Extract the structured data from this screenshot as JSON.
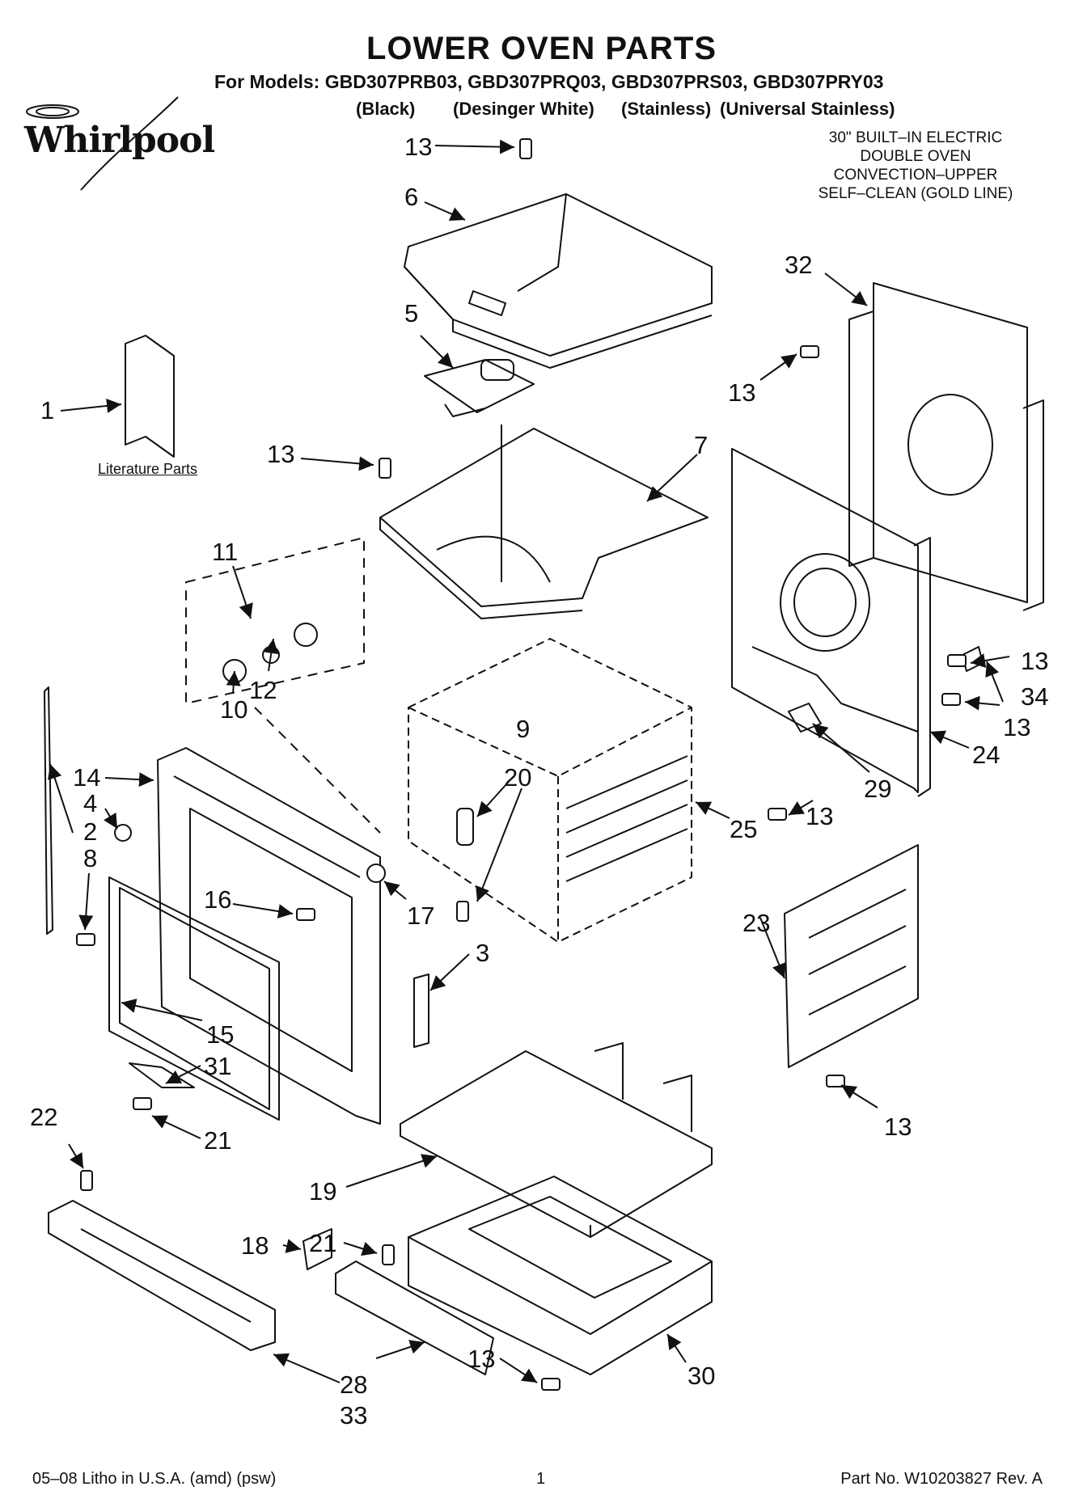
{
  "header": {
    "title": "LOWER OVEN PARTS",
    "models_line": "For Models: GBD307PRB03, GBD307PRQ03, GBD307PRS03, GBD307PRY03",
    "finishes": [
      "(Black)",
      "(Desinger White)",
      "(Stainless)",
      "(Universal Stainless)"
    ]
  },
  "logo": {
    "text": "Whirlpool",
    "icon": "whirlpool-logo"
  },
  "product_description": [
    "30\" BUILT–IN ELECTRIC",
    "DOUBLE OVEN",
    "CONVECTION–UPPER",
    "SELF–CLEAN (GOLD LINE)"
  ],
  "literature_label": "Literature Parts",
  "callouts": {
    "c13_top": "13",
    "c6": "6",
    "c32": "32",
    "c5": "5",
    "c13_r1": "13",
    "c1": "1",
    "c13_l": "13",
    "c7": "7",
    "c11": "11",
    "c13_r2": "13",
    "c34": "34",
    "c12": "12",
    "c10": "10",
    "c9": "9",
    "c13_r3": "13",
    "c24": "24",
    "c14": "14",
    "c4": "4",
    "c20": "20",
    "c29": "29",
    "c2": "2",
    "c13_r4": "13",
    "c25": "25",
    "c8": "8",
    "c16": "16",
    "c17": "17",
    "c23": "23",
    "c3": "3",
    "c15": "15",
    "c31": "31",
    "c13_r5": "13",
    "c22": "22",
    "c21_a": "21",
    "c19": "19",
    "c18": "18",
    "c21_b": "21",
    "c13_b": "13",
    "c28": "28",
    "c30": "30",
    "c33": "33"
  },
  "footer": {
    "left": "05–08 Litho in U.S.A. (amd) (psw)",
    "center": "1",
    "right": "Part No. W10203827 Rev. A"
  }
}
